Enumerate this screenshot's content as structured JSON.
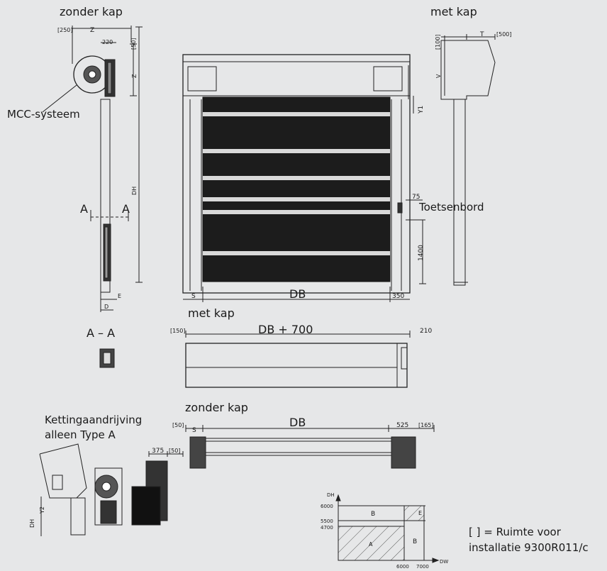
{
  "labels": {
    "zonder_kap_top": "zonder kap",
    "met_kap_top": "met kap",
    "mcc": "MCC-systeem",
    "toetsenbord": "Toetsenbord",
    "met_kap_mid": "met kap",
    "zonder_kap_mid": "zonder kap",
    "ketting_line1": "Kettingaandrijving",
    "ketting_line2": "alleen Type A",
    "section_aa": "A – A",
    "section_mark_a": "A",
    "legend_line1": "[  ] = Ruimte voor",
    "legend_line2": "installatie 9300R011/c"
  },
  "dims": {
    "z_side": "Z",
    "d250": "[250]",
    "d220": "220",
    "d50_side": "[50]",
    "dh": "DH",
    "e": "E",
    "d": "D",
    "s": "S",
    "db": "DB",
    "d350": "350",
    "d75": "75",
    "d1400": "1400",
    "y1": "Y1",
    "t": "T",
    "d500": "[500]",
    "d100": "[100]",
    "v": "V",
    "d150": "[150]",
    "db700": "DB + 700",
    "d210": "210",
    "d50b": "[50]",
    "s2": "S",
    "db2": "DB",
    "d525": "525",
    "d165": "[165]",
    "d375": "375",
    "d50c": "[50]",
    "y2": "Y2",
    "dh2": "DH"
  },
  "chart": {
    "dh_label": "DH",
    "dw_label": "DW",
    "y6000": "6000",
    "y5500": "5500",
    "y4700": "4700",
    "x6000": "6000",
    "x7000": "7000",
    "zone_a": "A",
    "zone_b_top": "B",
    "zone_b_right": "B",
    "zone_e": "E"
  }
}
